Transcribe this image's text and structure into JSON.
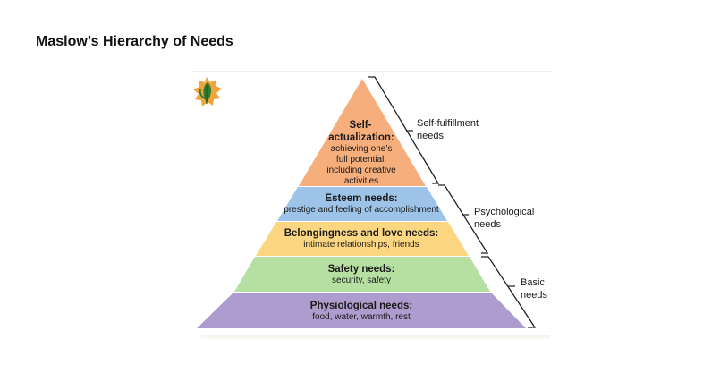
{
  "title": "Maslow’s Hierarchy of Needs",
  "colors": {
    "self_actualization": "#f6ae7d",
    "esteem": "#9dc3e8",
    "belongingness": "#fcd681",
    "safety": "#b6e0a1",
    "physiological": "#ae9ccf"
  },
  "pyramid": {
    "self_actualization": {
      "title_line1": "Self-",
      "title_line2": "actualization:",
      "desc_lines": [
        "achieving one’s",
        "full potential,",
        "including creative",
        "activities"
      ]
    },
    "esteem": {
      "title": "Esteem needs:",
      "desc": "prestige and feeling of accomplishment"
    },
    "belongingness": {
      "title": "Belongingness and love needs:",
      "desc": "intimate relationships, friends"
    },
    "safety": {
      "title": "Safety needs:",
      "desc": "security, safety"
    },
    "physiological": {
      "title": "Physiological needs:",
      "desc": "food, water, warmth, rest"
    }
  },
  "brackets": {
    "self_fulfillment": {
      "line1": "Self-fulfillment",
      "line2": "needs"
    },
    "psychological": {
      "line1": "Psychological",
      "line2": "needs"
    },
    "basic": {
      "line1": "Basic",
      "line2": "needs"
    }
  },
  "icons": {
    "logo": "leaf-seal-icon"
  }
}
